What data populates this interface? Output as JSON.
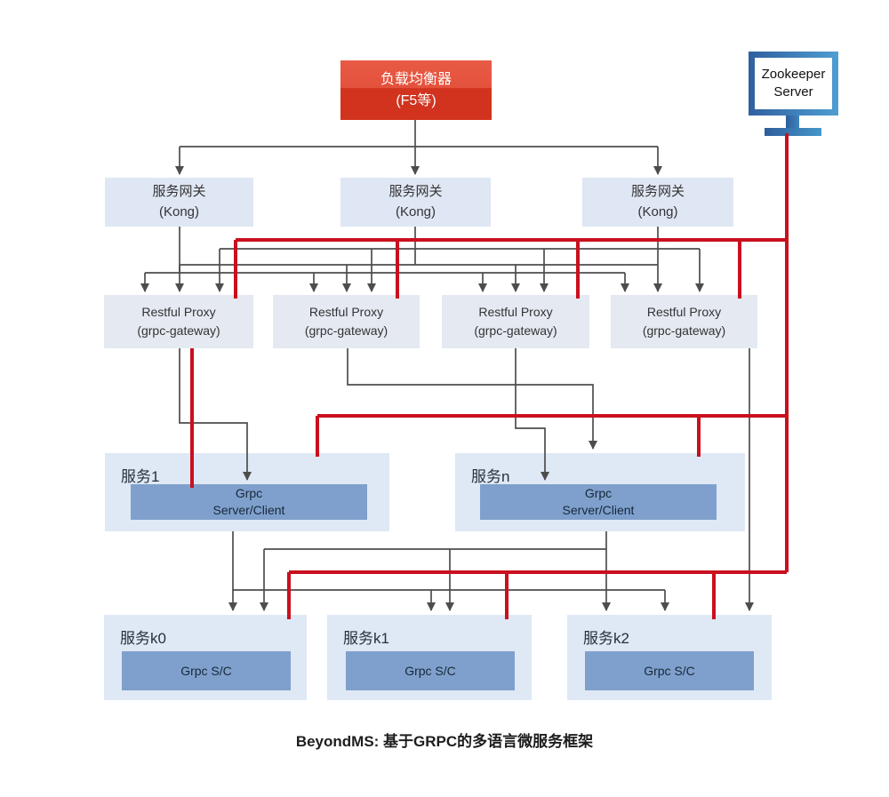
{
  "diagram": {
    "caption": "BeyondMS:  基于GRPC的多语言微服务框架",
    "load_balancer": {
      "line1": "负载均衡器",
      "line2": "(F5等)"
    },
    "zookeeper": {
      "line1": "Zookeeper",
      "line2": "Server"
    },
    "gateways": [
      {
        "line1": "服务网关",
        "line2": "(Kong)"
      },
      {
        "line1": "服务网关",
        "line2": "(Kong)"
      },
      {
        "line1": "服务网关",
        "line2": "(Kong)"
      }
    ],
    "proxies": [
      {
        "line1": "Restful Proxy",
        "line2": "(grpc-gateway)"
      },
      {
        "line1": "Restful Proxy",
        "line2": "(grpc-gateway)"
      },
      {
        "line1": "Restful Proxy",
        "line2": "(grpc-gateway)"
      },
      {
        "line1": "Restful Proxy",
        "line2": "(grpc-gateway)"
      }
    ],
    "services": [
      {
        "label": "服务1",
        "inner_line1": "Grpc",
        "inner_line2": "Server/Client"
      },
      {
        "label": "服务n",
        "inner_line1": "Grpc",
        "inner_line2": "Server/Client"
      }
    ],
    "workers": [
      {
        "label": "服务k0",
        "inner": "Grpc S/C"
      },
      {
        "label": "服务k1",
        "inner": "Grpc S/C"
      },
      {
        "label": "服务k2",
        "inner": "Grpc S/C"
      }
    ],
    "colors": {
      "accent_red": "#c9101f",
      "line_dark": "#4d4d4d",
      "gateway_fill": "#dfe7f4",
      "proxy_fill": "#e4e9f2",
      "service_fill": "#dfe8f5",
      "inner_blue": "#7fa0cc",
      "lb_red_top": "#e85a45",
      "lb_red_bottom": "#d1331f",
      "monitor_blue_dark": "#30609f",
      "monitor_blue_light": "#4e9ed2"
    }
  }
}
